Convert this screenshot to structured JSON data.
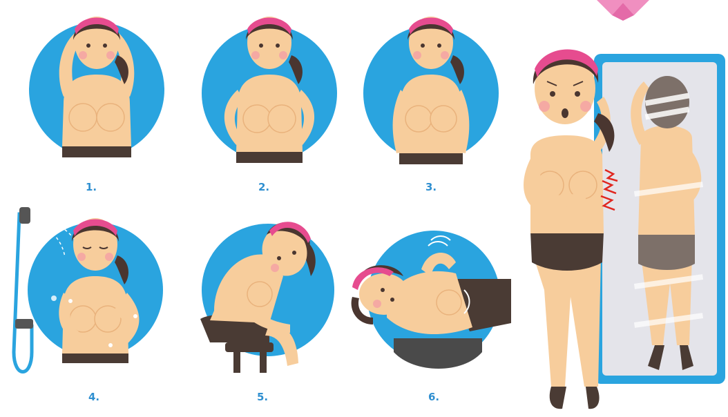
{
  "steps": [
    {
      "label": "1."
    },
    {
      "label": "2."
    },
    {
      "label": "3."
    },
    {
      "label": "4."
    },
    {
      "label": "5."
    },
    {
      "label": "6."
    }
  ],
  "colors": {
    "circle": "#2aa4df",
    "skin": "#f7cd9c",
    "skin_shade": "#e9b27c",
    "hair": "#4a3630",
    "headband": "#e64c8f",
    "briefs": "#4a3b34",
    "mirror_frame": "#2aa4df",
    "mirror_glass": "#e4e4ea",
    "label": "#2f8fd0",
    "pain_mark": "#e0261f",
    "ribbon": "#f08fc0"
  }
}
